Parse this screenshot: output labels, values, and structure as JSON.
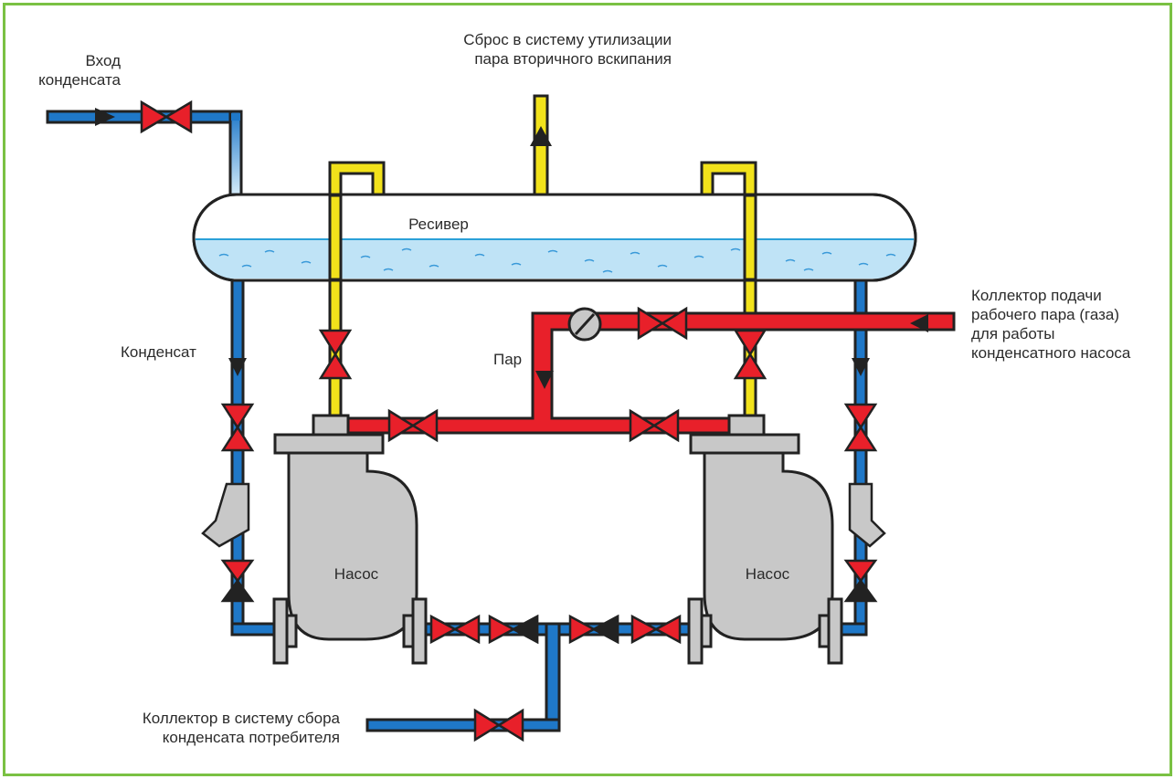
{
  "labels": {
    "inlet": "Вход\nконденсата",
    "exhaust": "Сброс в систему утилизации\nпара вторичного вскипания",
    "receiver": "Ресивер",
    "condensate": "Конденсат",
    "steam": "Пар",
    "supply": "Коллектор подачи\nрабочего пара (газа)\nдля работы\nконденсатного насоса",
    "pump_left": "Насос",
    "pump_right": "Насос",
    "outlet": "Коллектор в систему сбора\nконденсата потребителя"
  },
  "colors": {
    "frame": "#7ac143",
    "water": "#1f78c8",
    "steam": "#e8202a",
    "exhaust": "#f2e21b",
    "pump": "#c8c8c8",
    "outline": "#222222"
  }
}
